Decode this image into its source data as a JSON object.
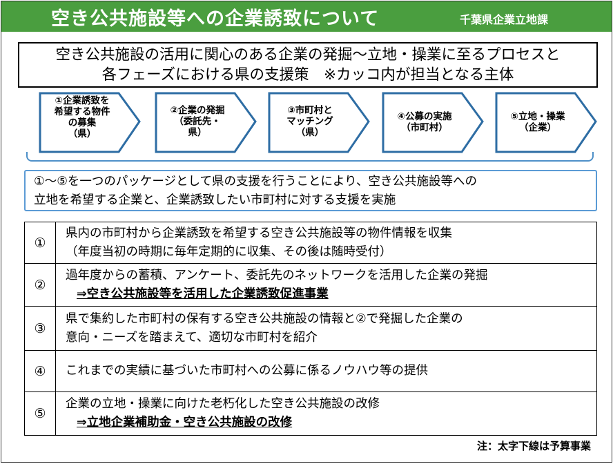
{
  "header": {
    "title": "空き公共施設等への企業誘致について",
    "department": "千葉県企業立地課"
  },
  "summary": {
    "line1": "空き公共施設の活用に関心のある企業の発掘～立地・操業に至るプロセスと",
    "line2": "各フェーズにおける県の支援策　※カッコ内が担当となる主体"
  },
  "steps": [
    {
      "lines": [
        "①企業誘致を",
        "希望する物件",
        "の募集",
        "（県）"
      ]
    },
    {
      "lines": [
        "②企業の発掘",
        "（委託先・",
        "県）"
      ]
    },
    {
      "lines": [
        "③市町村と",
        "マッチング",
        "（県）"
      ]
    },
    {
      "lines": [
        "④公募の実施",
        "（市町村）"
      ]
    },
    {
      "lines": [
        "⑤立地・操業",
        "（企業）"
      ]
    }
  ],
  "package": {
    "line1": "①～⑤を一つのパッケージとして県の支援を行うことにより、空き公共施設等への",
    "line2": "立地を希望する企業と、企業誘致したい市町村に対する支援を実施"
  },
  "rows": [
    {
      "num": "①",
      "line1": "県内の市町村から企業誘致を希望する空き公共施設等の物件情報を収集",
      "line2": "（年度当初の時期に毎年定期的に収集、その後は随時受付）",
      "line2_style": "normal"
    },
    {
      "num": "②",
      "line1": "過年度からの蓄積、アンケート、委託先のネットワークを活用した企業の発掘",
      "line2": "⇒空き公共施設等を活用した企業誘致促進事業",
      "line2_style": "underline"
    },
    {
      "num": "③",
      "line1": "県で集約した市町村の保有する空き公共施設の情報と②で発掘した企業の",
      "line2": "意向・ニーズを踏まえて、適切な市町村を紹介",
      "line2_style": "normal"
    },
    {
      "num": "④",
      "line1": "これまでの実績に基づいた市町村への公募に係るノウハウ等の提供",
      "line2": "",
      "line2_style": "normal"
    },
    {
      "num": "⑤",
      "line1": "企業の立地・操業に向けた老朽化した空き公共施設の改修",
      "line2": "⇒立地企業補助金・空き公共施設の改修",
      "line2_style": "underline"
    }
  ],
  "note": "注：太字下線は予算事業",
  "colors": {
    "header_bg": "#4a9e3f",
    "arrow_stroke": "#2e6da4",
    "package_border": "#5b9bd5"
  }
}
